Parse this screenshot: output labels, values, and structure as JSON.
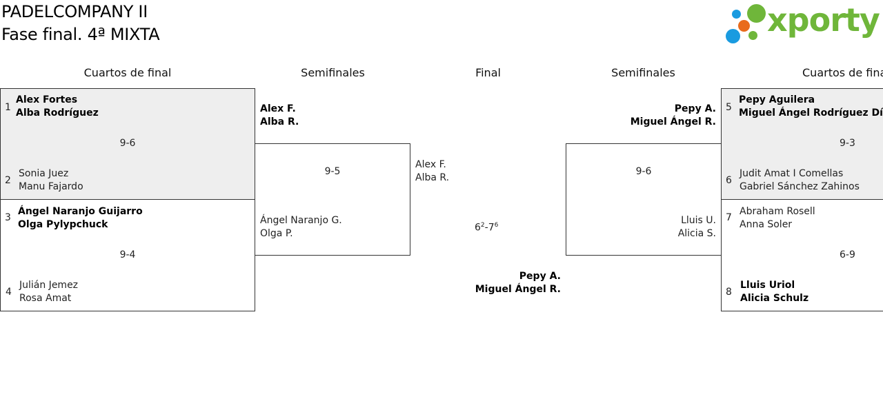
{
  "header": {
    "title_line1": "PADELCOMPANY II",
    "title_line2": "Fase final. 4ª MIXTA"
  },
  "logo": {
    "text": "xporty",
    "dot_colors": [
      "#1a9be0",
      "#e96b1c",
      "#6fb63a"
    ]
  },
  "columns": {
    "left_quarters": "Cuartos de final",
    "left_semis": "Semifinales",
    "final": "Final",
    "right_semis": "Semifinales",
    "right_quarters": "Cuartos de final"
  },
  "left_quarters": {
    "match1": {
      "seed_a": "1",
      "team_a_p1": "Alex Fortes",
      "team_a_p2": "Alba Rodríguez",
      "score": "9-6",
      "seed_b": "2",
      "team_b_p1": "Sonia Juez",
      "team_b_p2": "Manu Fajardo"
    },
    "match2": {
      "seed_a": "3",
      "team_a_p1": "Ángel Naranjo Guijarro",
      "team_a_p2": "Olga Pylypchuck",
      "score": "9-4",
      "seed_b": "4",
      "team_b_p1": "Julián Jemez",
      "team_b_p2": "Rosa Amat"
    }
  },
  "left_semi": {
    "team_a_p1": "Alex F.",
    "team_a_p2": "Alba R.",
    "score": "9-5",
    "team_b_p1": "Ángel Naranjo G.",
    "team_b_p2": "Olga P."
  },
  "final": {
    "team_a_p1": "Alex F.",
    "team_a_p2": "Alba R.",
    "score_a": "6",
    "score_a_tb": "2",
    "score_sep": "-",
    "score_b": "7",
    "score_b_tb": "6",
    "winner_p1": "Pepy A.",
    "winner_p2": "Miguel Ángel R."
  },
  "right_semi": {
    "team_a_p1": "Pepy A.",
    "team_a_p2": "Miguel Ángel R.",
    "score": "9-6",
    "team_b_p1": "Lluis U.",
    "team_b_p2": "Alicia S."
  },
  "right_quarters": {
    "match1": {
      "seed_a": "5",
      "team_a_p1": "Pepy Aguilera",
      "team_a_p2": "Miguel Ángel Rodríguez Díaz",
      "score": "9-3",
      "seed_b": "6",
      "team_b_p1": "Judit Amat I Comellas",
      "team_b_p2": "Gabriel Sánchez Zahinos"
    },
    "match2": {
      "seed_a": "7",
      "team_a_p1": "Abraham Rosell",
      "team_a_p2": "Anna Soler",
      "score": "6-9",
      "seed_b": "8",
      "team_b_p1": "Lluis Uriol",
      "team_b_p2": "Alicia Schulz"
    }
  }
}
